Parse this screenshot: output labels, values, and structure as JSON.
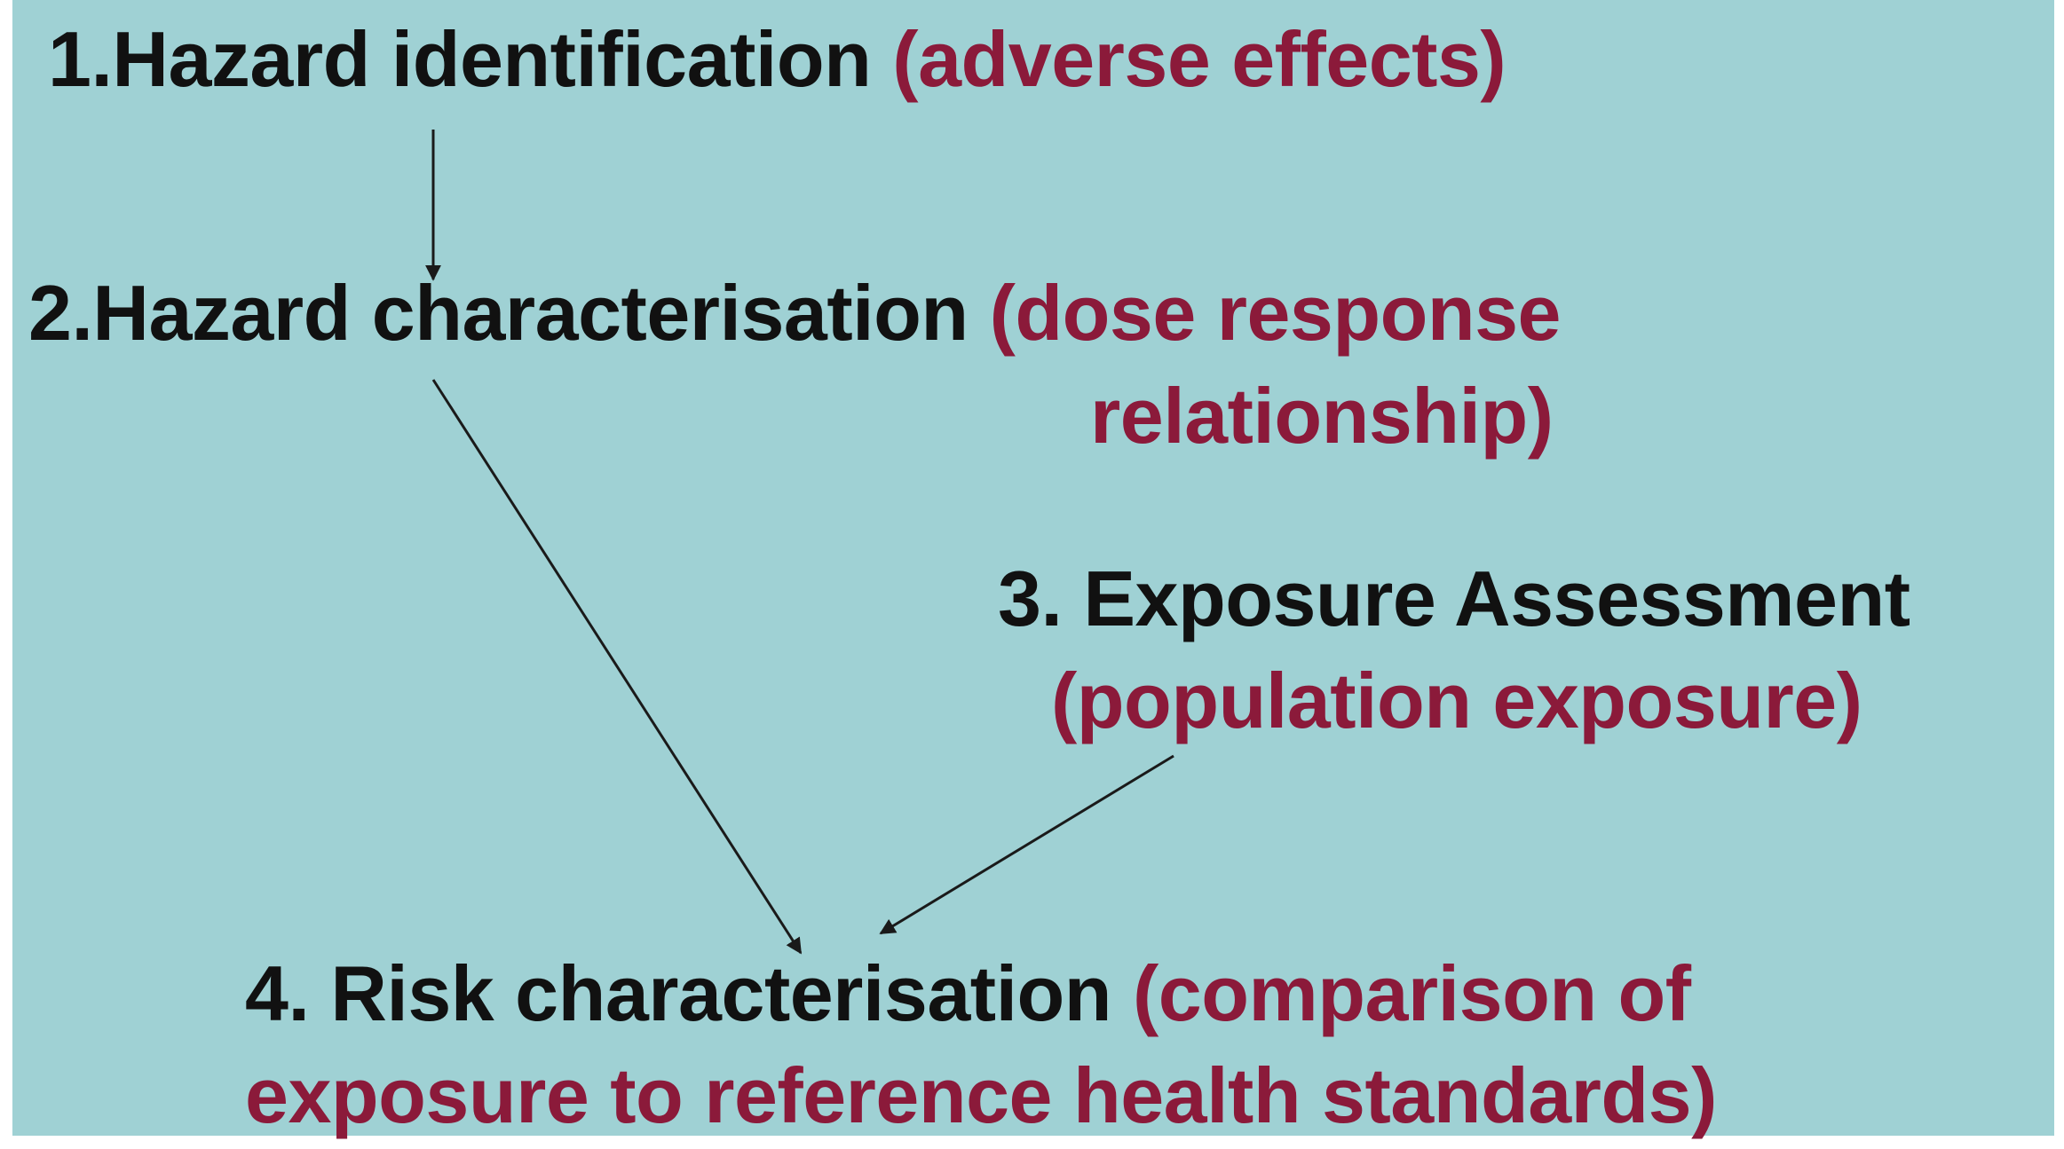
{
  "steps": {
    "hazard_identification": {
      "label": "1.Hazard identification",
      "detail": "(adverse effects)"
    },
    "hazard_characterisation": {
      "label": "2.Hazard characterisation",
      "detail_line1": "(dose response",
      "detail_line2": "relationship)"
    },
    "exposure_assessment": {
      "label": "3. Exposure Assessment",
      "detail": "(population exposure)"
    },
    "risk_characterisation": {
      "label": "4. Risk characterisation",
      "detail_line1": "(comparison of",
      "detail_line2": "exposure to reference health standards)"
    }
  },
  "colors": {
    "background": "#9fd1d4",
    "text_dark": "#111111",
    "text_accent": "#8b1a3a",
    "arrow": "#1a1a1a"
  }
}
